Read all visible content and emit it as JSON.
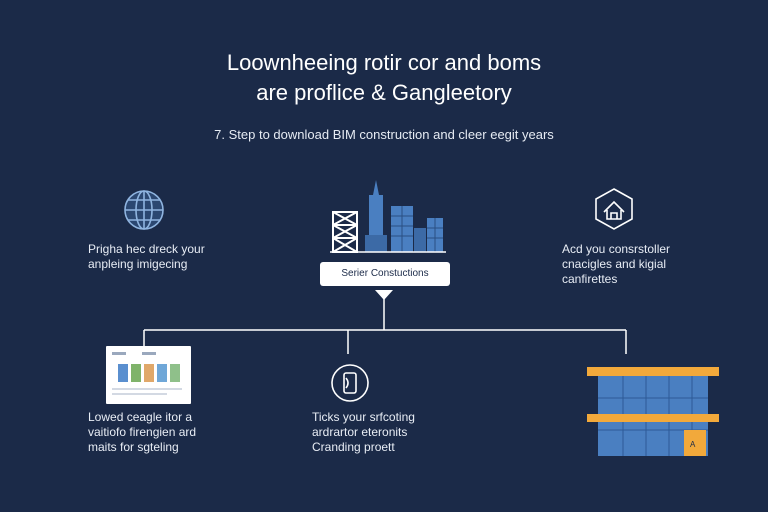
{
  "title": {
    "line1": "Loownheeing rotir cor and boms",
    "line2": "are proflice & Gangleetory"
  },
  "subtitle": "7. Step to download BIM construction and cleer eegit years",
  "center": {
    "label": "Serier Constuctions",
    "icon": "city-skyline-icon"
  },
  "top_left": {
    "icon": "globe-icon",
    "line1": "Prigha hec dreck your",
    "line2": "anpleing imigecing"
  },
  "top_right": {
    "icon": "home-hexagon-icon",
    "line1": "Acd you consrstoller",
    "line2": "cnacigles and kigial",
    "line3": "canfirettes"
  },
  "bottom_left": {
    "icon": "document-thumbnail-icon",
    "line1": "Lowed ceagle itor a",
    "line2": "vaitiofo firengien ard",
    "line3": "maits for sgteling"
  },
  "bottom_middle": {
    "icon": "phone-circle-icon",
    "line1": "Ticks your srfcoting",
    "line2": "ardrartor eteronits",
    "line3": "Cranding proett"
  },
  "bottom_right": {
    "icon": "building-facade-icon",
    "door_label": "A"
  },
  "colors": {
    "background": "#1b2a48",
    "accent_blue": "#4a7fc1",
    "accent_orange": "#f2a93b",
    "connector": "#ffffff"
  }
}
